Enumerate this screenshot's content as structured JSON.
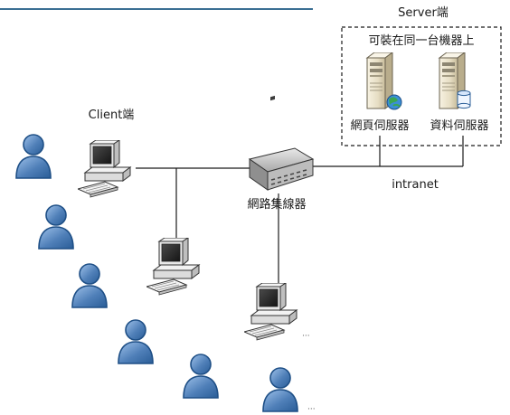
{
  "labels": {
    "server_side": "Server端",
    "same_machine_note": "可裝在同一台機器上",
    "web_server": "網頁伺服器",
    "db_server": "資料伺服器",
    "client_side": "Client端",
    "hub": "網路集線器",
    "intranet": "intranet"
  },
  "colors": {
    "top_rule": "#3b6f93",
    "user_fill": "#4f7fb8",
    "user_stroke": "#1e4f86",
    "monitor_frame": "#e6e6e6",
    "screen": "#2e2e2e",
    "hub_body": "#c9c9c9",
    "server_body": "#ece6d2",
    "line": "#1a1a1a"
  }
}
